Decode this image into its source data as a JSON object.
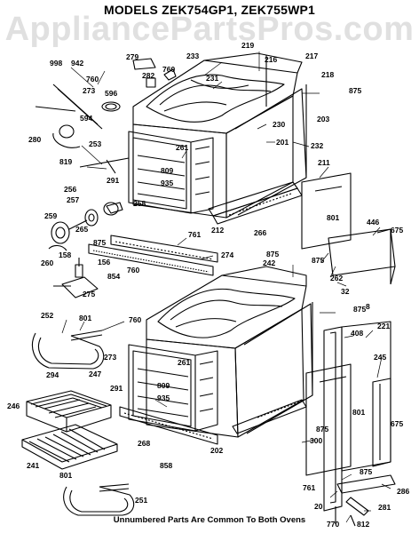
{
  "title": "MODELS ZEK754GP1, ZEK755WP1",
  "watermark": "AppliancePartsPros.com",
  "footnote": "Unnumbered Parts Are Common To Both Ovens",
  "part_labels": [
    "998",
    "942",
    "279",
    "282",
    "760",
    "233",
    "219",
    "216",
    "217",
    "218",
    "875",
    "760",
    "273",
    "231",
    "596",
    "594",
    "203",
    "280",
    "230",
    "201",
    "232",
    "253",
    "261",
    "819",
    "809",
    "935",
    "291",
    "211",
    "256",
    "257",
    "258",
    "259",
    "265",
    "875",
    "212",
    "266",
    "801",
    "446",
    "675",
    "875",
    "761",
    "260",
    "158",
    "156",
    "274",
    "875",
    "242",
    "854",
    "760",
    "262",
    "32",
    "8",
    "275",
    "875",
    "252",
    "801",
    "760",
    "408",
    "221",
    "273",
    "261",
    "245",
    "294",
    "809",
    "291",
    "935",
    "247",
    "246",
    "801",
    "875",
    "300",
    "268",
    "202",
    "858",
    "675",
    "241",
    "875",
    "801",
    "251",
    "761",
    "286",
    "20",
    "281",
    "770",
    "812"
  ],
  "colors": {
    "line": "#000000",
    "watermark": "#d6d6d6",
    "background": "#ffffff"
  }
}
